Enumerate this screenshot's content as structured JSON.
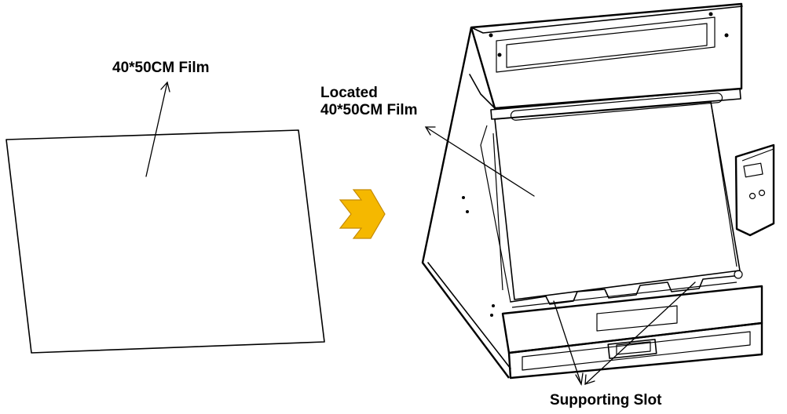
{
  "labels": {
    "film_left": "40*50CM Film",
    "located_line1": "Located",
    "located_line2": "40*50CM Film",
    "supporting_slot": "Supporting Slot"
  },
  "colors": {
    "arrow_fill": "#F5B800",
    "arrow_stroke": "#C58A00",
    "line": "#000000"
  }
}
